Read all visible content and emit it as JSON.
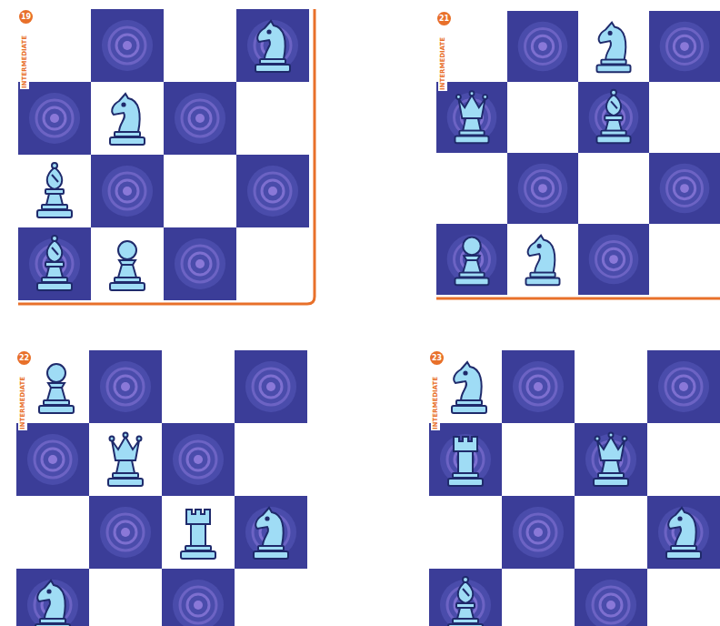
{
  "diagram": {
    "labels": [
      "19",
      "INTERMEDIATE",
      "21",
      "INTERMEDIATE",
      "22",
      "INTERMEDIATE",
      "23",
      "INTERMEDIATE"
    ]
  }
}
